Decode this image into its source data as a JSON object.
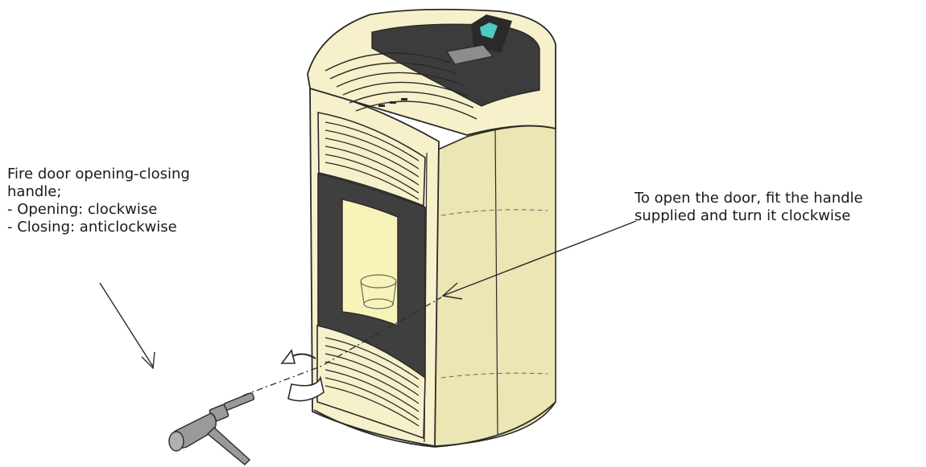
{
  "left_note": {
    "lines": [
      "Fire door opening-closing",
      "handle;",
      "- Opening: clockwise",
      "- Closing: anticlockwise"
    ]
  },
  "right_note": {
    "lines": [
      "To open the door, fit the handle",
      "supplied and turn it clockwise"
    ]
  },
  "colors": {
    "body": "#f6f1cb",
    "body_shade": "#ece5b4",
    "panel": "#3f3f3f",
    "glass": "#f8f3b8",
    "top": "#3c3c3c",
    "outline": "#2a2a2a",
    "handle": "#9a9a9a",
    "display": "#4fc9c2"
  },
  "icons": {
    "rotation": "clockwise-arrow-icon",
    "handle": "handle-key-icon"
  }
}
